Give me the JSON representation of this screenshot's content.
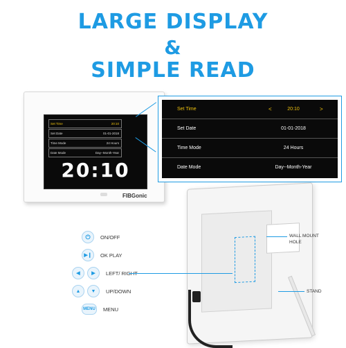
{
  "headline": {
    "line1": "LARGE DISPLAY",
    "line2": "&",
    "line3": "SIMPLE READ"
  },
  "accent_color": "#1e9be3",
  "menu": {
    "rows": [
      {
        "label": "Set Time",
        "value": "20:10",
        "selected": true
      },
      {
        "label": "Set Date",
        "value": "01-01-2018",
        "selected": false
      },
      {
        "label": "Time Mode",
        "value": "24 Hours",
        "selected": false
      },
      {
        "label": "Date Mode",
        "value": "Day--Month-Year",
        "selected": false
      }
    ],
    "left_arrow": "<",
    "right_arrow": ">"
  },
  "clock": {
    "time": "20:10"
  },
  "brand": "FIBGonic",
  "legend": [
    {
      "icon": "power-icon",
      "glyph": "⏻",
      "label": "ON/OFF"
    },
    {
      "icon": "play-pause-icon",
      "glyph": "▶❙",
      "label": "OK PLAY"
    },
    {
      "icon": "left-right-icon",
      "glyph": "◀ ▶",
      "label": "LEFT/ RIGHT"
    },
    {
      "icon": "up-down-icon",
      "glyph": "▲ ▼",
      "label": "UP/DOWN"
    },
    {
      "icon": "menu-icon",
      "glyph": "MENU",
      "label": "MENU"
    }
  ],
  "back_labels": {
    "wall_mount": "WALL MOUNT\nHOLE",
    "stand": "STAND"
  }
}
